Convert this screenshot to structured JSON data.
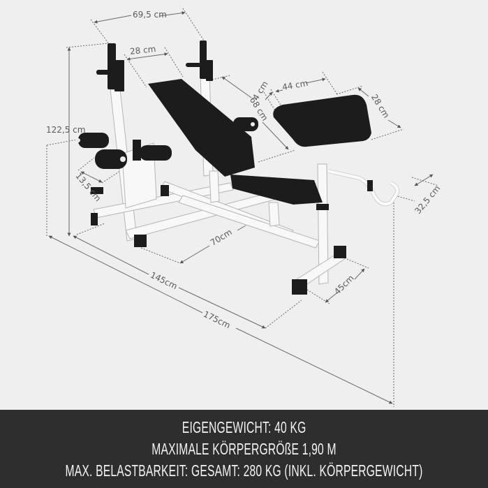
{
  "diagram": {
    "subject": "Multi-functional weight bench with dimensions",
    "dimensions": {
      "overall_width_top": "69,5 cm",
      "backrest_width": "28 cm",
      "backrest_length": "68 cm",
      "preacher_gap": "4 cm",
      "preacher_pad_length": "44 cm",
      "preacher_pad_width": "28 cm",
      "total_height": "122,5 cm",
      "leg_roller_spacing": "13,5 cm",
      "curl_bar_width": "32,5 cm",
      "seat_section_length": "70cm",
      "frame_length": "145cm",
      "total_length": "175cm",
      "rear_foot_width": "45cm"
    },
    "colors": {
      "background": "#efefef",
      "frame": "#f7f7f7",
      "padding": "#1c1c1c",
      "dimension_lines": "#5a5a5a",
      "spec_bar": "#2e2e2e",
      "spec_text": "#f4f4f4"
    }
  },
  "specs": {
    "lines": [
      "EIGENGEWICHT: 40 KG",
      "MAXIMALE KÖRPERGRÖßE 1,90 M",
      "MAX. BELASTBARKEIT: GESAMT: 280 KG (INKL. KÖRPERGEWICHT)"
    ]
  }
}
